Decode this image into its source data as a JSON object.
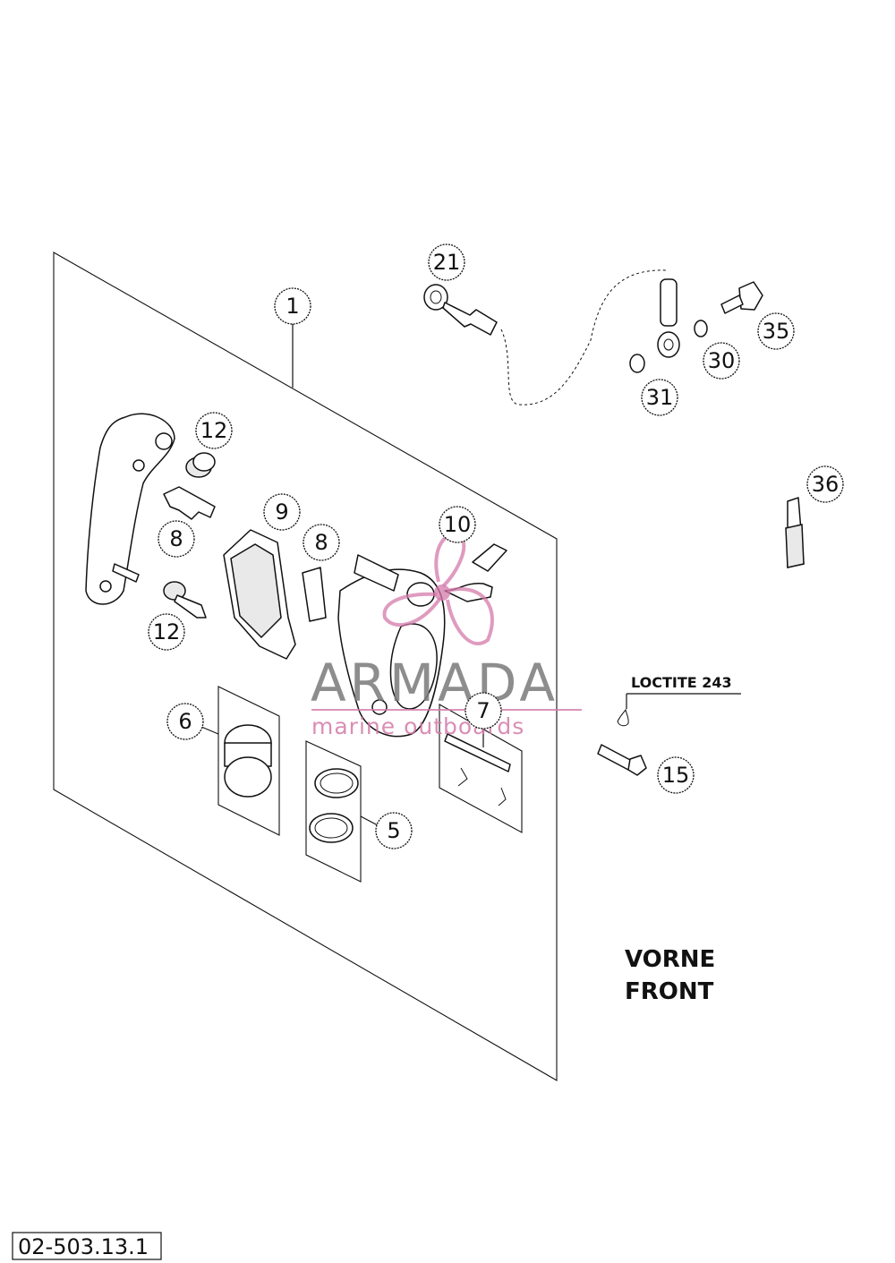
{
  "callouts": [
    {
      "id": "1",
      "label": "1"
    },
    {
      "id": "21",
      "label": "21"
    },
    {
      "id": "35",
      "label": "35"
    },
    {
      "id": "30",
      "label": "30"
    },
    {
      "id": "31",
      "label": "31"
    },
    {
      "id": "12a",
      "label": "12"
    },
    {
      "id": "8a",
      "label": "8"
    },
    {
      "id": "9",
      "label": "9"
    },
    {
      "id": "8b",
      "label": "8"
    },
    {
      "id": "10",
      "label": "10"
    },
    {
      "id": "12b",
      "label": "12"
    },
    {
      "id": "36",
      "label": "36"
    },
    {
      "id": "6",
      "label": "6"
    },
    {
      "id": "7",
      "label": "7"
    },
    {
      "id": "5",
      "label": "5"
    },
    {
      "id": "15",
      "label": "15"
    }
  ],
  "notes": {
    "loctite": "LOCTITE 243",
    "direction_line1": "VORNE",
    "direction_line2": "FRONT"
  },
  "watermark": {
    "brand": "ARMADA",
    "tagline": "marine outboards",
    "accent_color": "#d47aa9"
  },
  "document_id": "02-503.13.1"
}
